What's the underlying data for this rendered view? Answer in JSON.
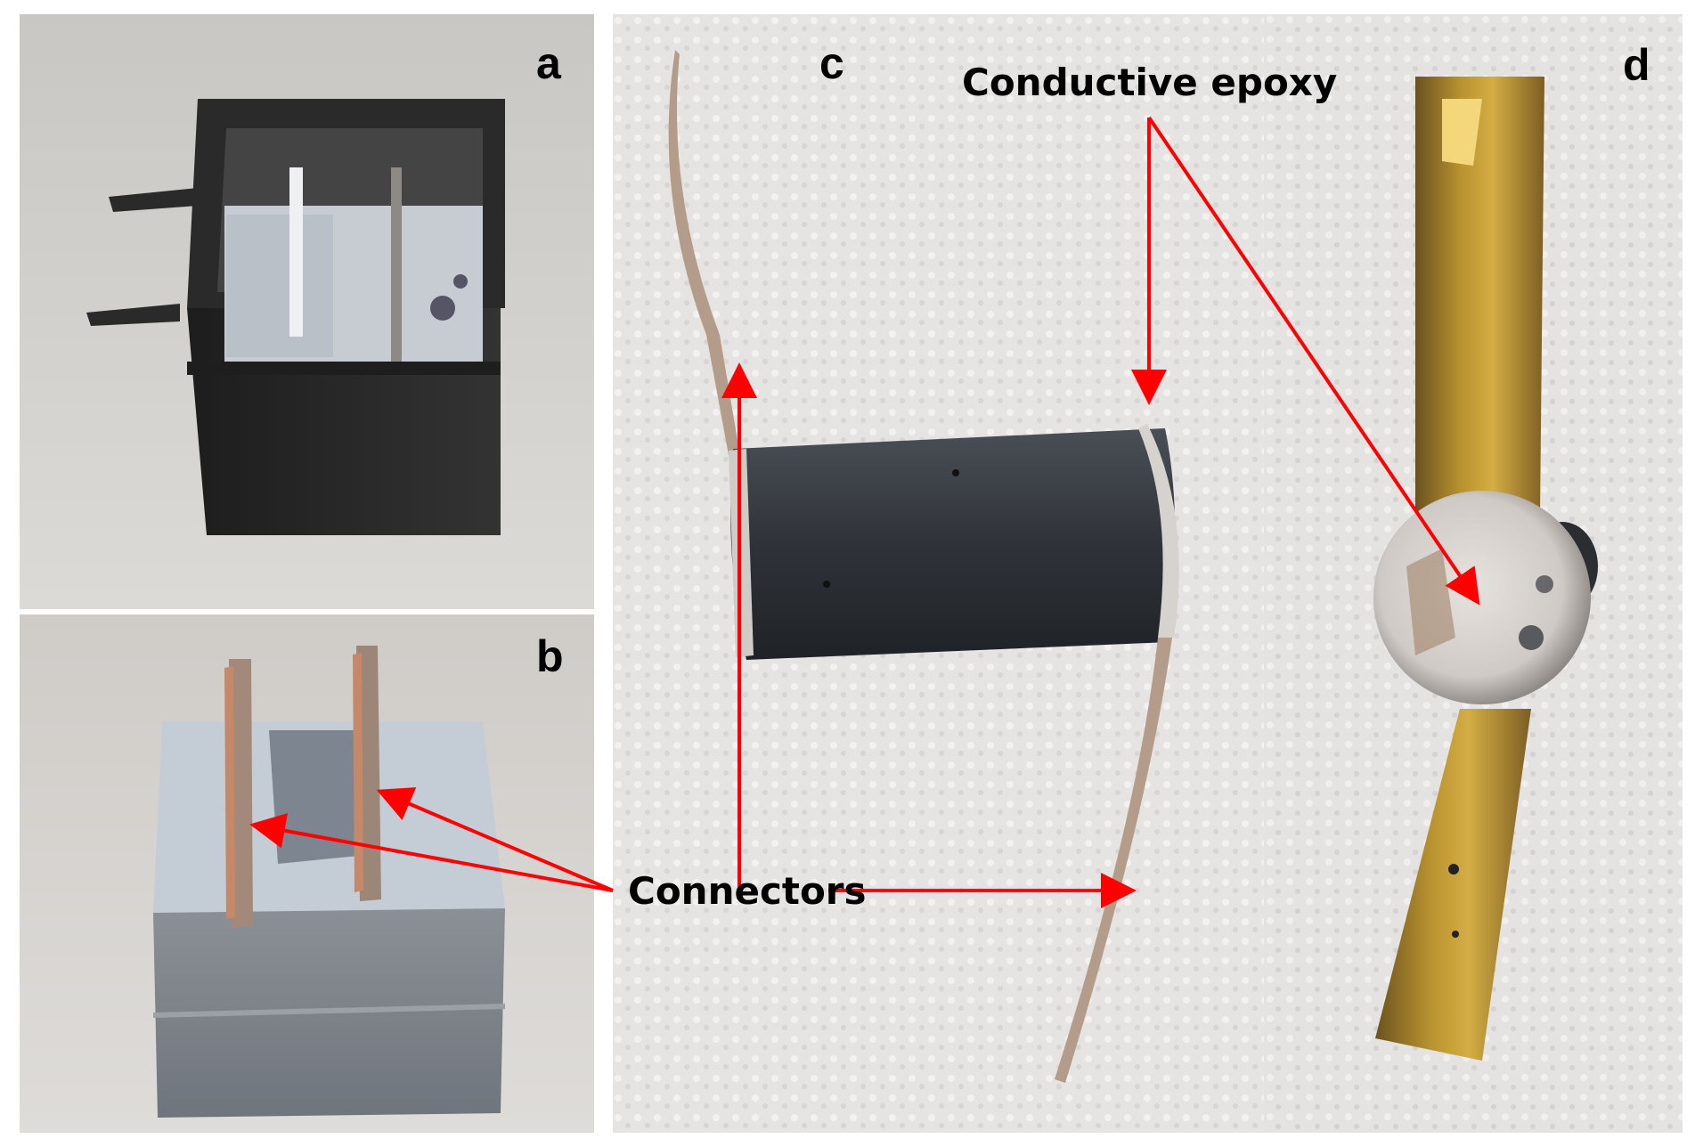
{
  "panels": {
    "a": {
      "letter": "a"
    },
    "b": {
      "letter": "b"
    },
    "c": {
      "letter": "c"
    },
    "d": {
      "letter": "d"
    }
  },
  "annotations": {
    "connectors": "Connectors",
    "conductive_epoxy": "Conductive epoxy"
  },
  "colors": {
    "arrow": "#ff0000",
    "label": "#000000",
    "mold_black": "#262626",
    "cement_grey": "#b7bfc8",
    "brass": "#b8922e",
    "epoxy_white": "#dcd8d4"
  }
}
